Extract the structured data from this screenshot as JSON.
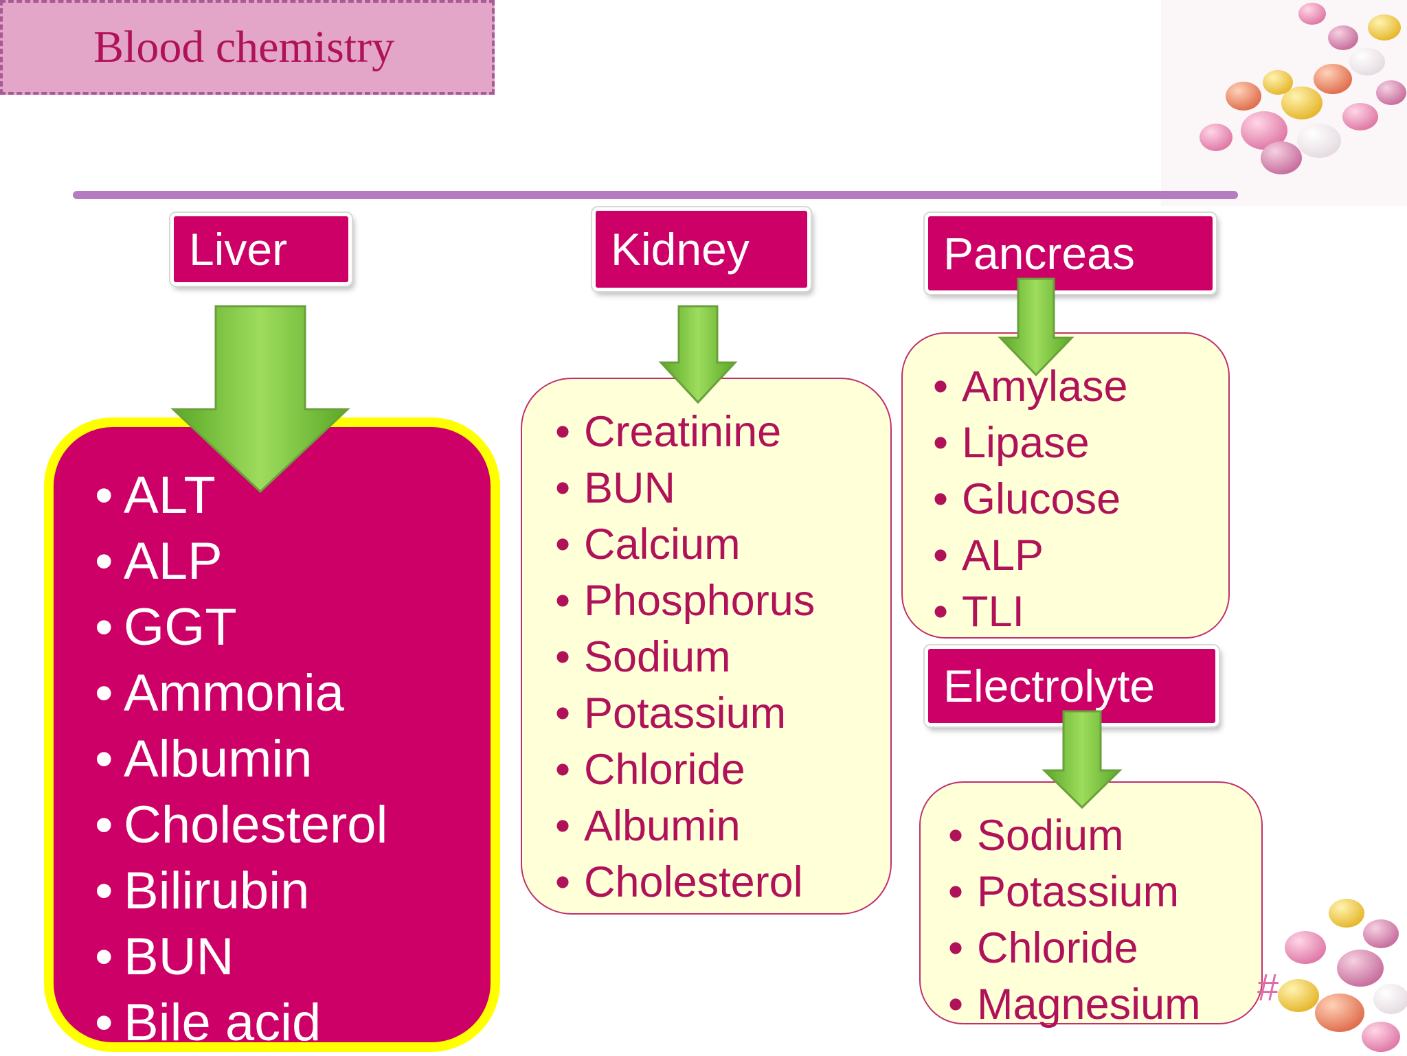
{
  "title": "Blood chemistry",
  "liver": {
    "label": "Liver",
    "items": [
      "ALT",
      "ALP",
      "GGT",
      "Ammonia",
      "Albumin",
      "Cholesterol",
      "Bilirubin",
      "BUN",
      "Bile acid"
    ]
  },
  "kidney": {
    "label": "Kidney",
    "items": [
      "Creatinine",
      "BUN",
      "Calcium",
      "Phosphorus",
      "Sodium",
      "Potassium",
      "Chloride",
      "Albumin",
      "Cholesterol"
    ]
  },
  "pancreas": {
    "label": "Pancreas",
    "items": [
      "Amylase",
      "Lipase",
      "Glucose",
      "ALP",
      "TLI"
    ]
  },
  "electrolyte": {
    "label": "Electrolyte",
    "items": [
      "Sodium",
      "Potassium",
      "Chloride",
      "Magnesium"
    ]
  },
  "slide_number": "#",
  "colors": {
    "header_fill": "#cc0066",
    "list_box_fill": "#ffffd8",
    "liver_box_border": "#ffff00",
    "arrow_green": "#7cc83c",
    "title_fill": "#e3a6c8",
    "divider": "#b57cc2"
  }
}
